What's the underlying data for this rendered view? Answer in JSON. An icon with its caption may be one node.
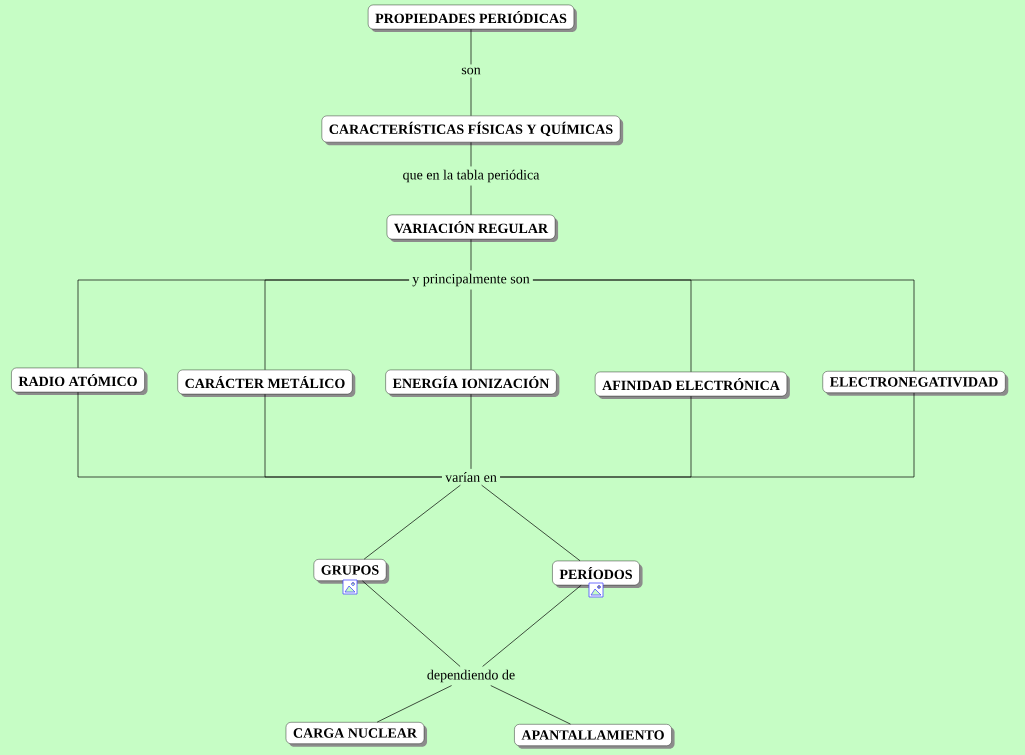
{
  "diagram": {
    "nodes": [
      {
        "text": [
          "PROPIEDADES PERIÓDICAS"
        ]
      },
      {
        "text": [
          "son"
        ]
      },
      {
        "text": [
          "CARACTERÍSTICAS FÍSICAS Y QUÍMICAS"
        ]
      },
      {
        "text": [
          "que en la tabla periódica"
        ]
      },
      {
        "text": [
          "VARIACIÓN REGULAR"
        ]
      },
      {
        "text": [
          "y principalmente son"
        ]
      },
      {
        "text": [
          "RADIO ATÓMICO"
        ]
      },
      {
        "text": [
          "CARÁCTER METÁLICO"
        ]
      },
      {
        "text": [
          "ENERGÍA IONIZACIÓN"
        ]
      },
      {
        "text": [
          "AFINIDAD ELECTRÓNICA"
        ]
      },
      {
        "text": [
          "ELECTRONEGATIVIDAD"
        ]
      },
      {
        "text": [
          "varían en"
        ]
      },
      {
        "text": [
          "GRUPOS"
        ]
      },
      {
        "text": [
          "PERÍODOS"
        ]
      },
      {
        "text": [
          "dependiendo de"
        ]
      },
      {
        "text": [
          "CARGA NUCLEAR"
        ]
      },
      {
        "text": [
          "APANTALLAMIENTO"
        ]
      }
    ],
    "edges": [
      {
        "from": 0,
        "to": 1,
        "arrow": "none"
      },
      {
        "from": 1,
        "to": 2,
        "arrow": "none"
      },
      {
        "from": 2,
        "to": 3,
        "arrow": "none"
      },
      {
        "from": 3,
        "to": 4,
        "arrow": "none"
      },
      {
        "from": 4,
        "to": 5,
        "arrow": "none"
      },
      {
        "from": 5,
        "to": 6,
        "arrow": "none"
      },
      {
        "from": 5,
        "to": 7,
        "arrow": "none"
      },
      {
        "from": 5,
        "to": 8,
        "arrow": "none"
      },
      {
        "from": 5,
        "to": 9,
        "arrow": "none"
      },
      {
        "from": 5,
        "to": 10,
        "arrow": "none"
      },
      {
        "from": 6,
        "to": 11,
        "arrow": "none"
      },
      {
        "from": 7,
        "to": 11,
        "arrow": "none"
      },
      {
        "from": 8,
        "to": 11,
        "arrow": "none"
      },
      {
        "from": 9,
        "to": 11,
        "arrow": "none"
      },
      {
        "from": 10,
        "to": 11,
        "arrow": "none"
      },
      {
        "from": 11,
        "to": 12,
        "arrow": "none"
      },
      {
        "from": 11,
        "to": 13,
        "arrow": "none"
      },
      {
        "from": 12,
        "to": 14,
        "arrow": "none"
      },
      {
        "from": 13,
        "to": 14,
        "arrow": "none"
      },
      {
        "from": 14,
        "to": 15,
        "arrow": "none"
      },
      {
        "from": 14,
        "to": 16,
        "arrow": "none"
      }
    ]
  }
}
